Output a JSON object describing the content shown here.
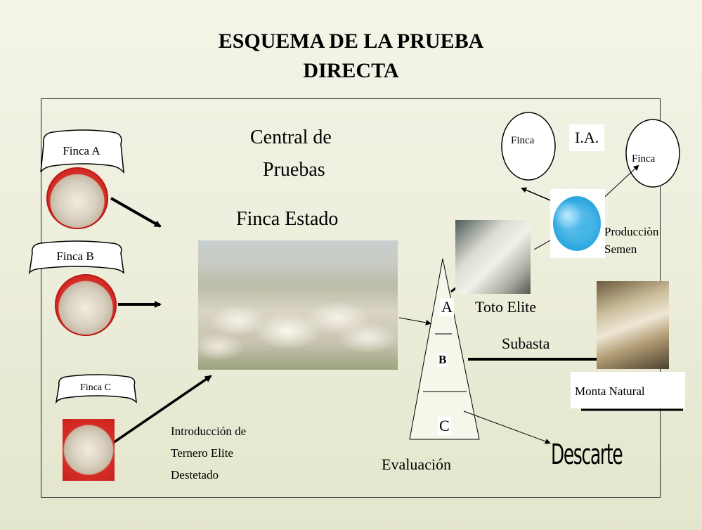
{
  "title_line1": "ESQUEMA DE LA PRUEBA",
  "title_line2": "DIRECTA",
  "central_line1": "Central de",
  "central_line2": "Pruebas",
  "finca_estado": "Finca Estado",
  "fincas": {
    "a": "Finca  A",
    "b": "Finca  B",
    "c": "Finca  C"
  },
  "introduccion": [
    "Introducción de",
    "Ternero Elite",
    "Destetado"
  ],
  "pyramid": {
    "a": "A",
    "b": "B",
    "c": "C"
  },
  "evaluacion": "Evaluación",
  "toro_elite": "Toto Elite",
  "subasta": "Subasta",
  "monta_natural": "Monta Natural",
  "descarte": "Descarte",
  "ia": "I.A.",
  "finca_left": "Finca",
  "finca_right": "Finca",
  "produccion_line1": "Producciòn",
  "produccion_line2": "Semen"
}
